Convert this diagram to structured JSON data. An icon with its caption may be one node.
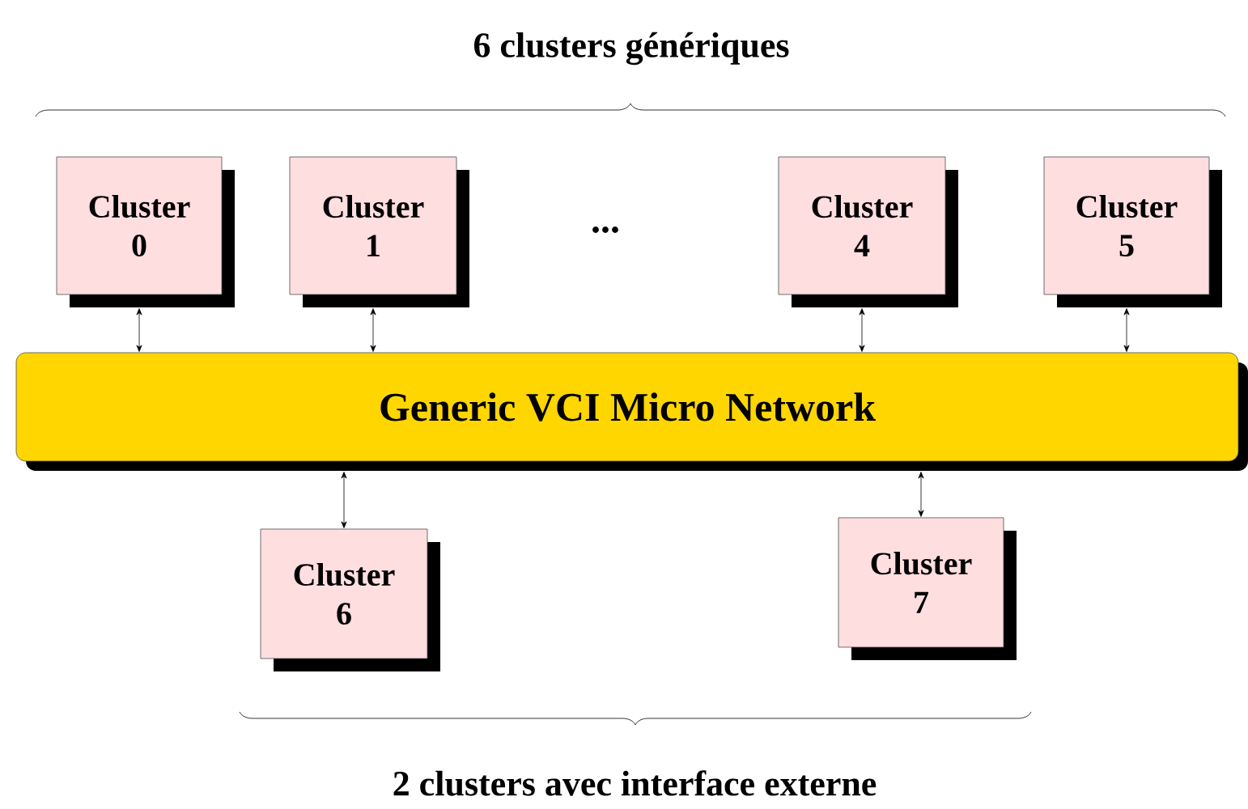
{
  "diagram": {
    "nodes": [
      {
        "text": [
          "Cluster 0"
        ]
      },
      {
        "text": [
          "Cluster 1"
        ]
      },
      {
        "text": [
          "Cluster 4"
        ]
      },
      {
        "text": [
          "Cluster 5"
        ]
      },
      {
        "text": [
          "Generic VCI Micro Network"
        ]
      },
      {
        "text": [
          "Cluster 6"
        ]
      },
      {
        "text": [
          "Cluster 7"
        ]
      }
    ],
    "edges": [
      {
        "from": 0,
        "to": 4,
        "arrow": "both"
      },
      {
        "from": 1,
        "to": 4,
        "arrow": "both"
      },
      {
        "from": 2,
        "to": 4,
        "arrow": "both"
      },
      {
        "from": 3,
        "to": 4,
        "arrow": "both"
      },
      {
        "from": 4,
        "to": 5,
        "arrow": "both"
      },
      {
        "from": 4,
        "to": 6,
        "arrow": "both"
      }
    ],
    "labels": [
      "6 clusters génériques",
      "...",
      "2 clusters avec interface externe"
    ]
  }
}
